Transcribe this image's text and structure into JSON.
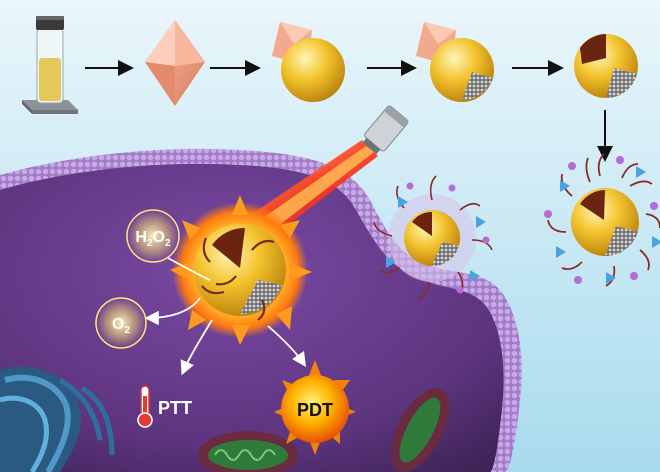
{
  "labels": {
    "h2o2_main": "H",
    "h2o2_sub1": "2",
    "h2o2_mid": "O",
    "h2o2_sub2": "2",
    "o2_main": "O",
    "o2_sub": "2",
    "ptt": "PTT",
    "pdt": "PDT"
  },
  "icons": [
    "vial-icon",
    "thermometer-icon",
    "laser-icon"
  ],
  "colors": {
    "sky_top": "#e6f4fb",
    "sky_bottom": "#a9dcee",
    "cell": "#6b3f8f",
    "membrane": "#b48fd6",
    "gold": "#f0b820",
    "octahedron": "#f2a88e",
    "laser": "#e8231a",
    "pdt_glow": "#ffa000"
  }
}
